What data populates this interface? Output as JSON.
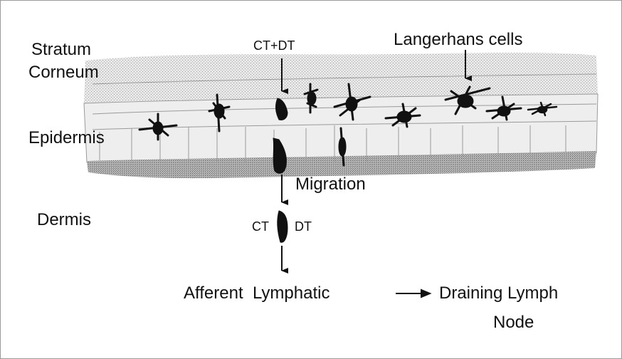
{
  "labels": {
    "stratum": "Stratum",
    "corneum": "Corneum",
    "epidermis": "Epidermis",
    "dermis": "Dermis",
    "ct_dt_top": "CT+DT",
    "langerhans": "Langerhans cells",
    "migration": "Migration",
    "ct_bottom": "CT",
    "dt_bottom": "DT",
    "afferent": "Afferent  Lymphatic",
    "draining": "Draining Lymph",
    "node": "Node"
  },
  "colors": {
    "ink": "#111111",
    "skin": "#c9c9c9"
  }
}
